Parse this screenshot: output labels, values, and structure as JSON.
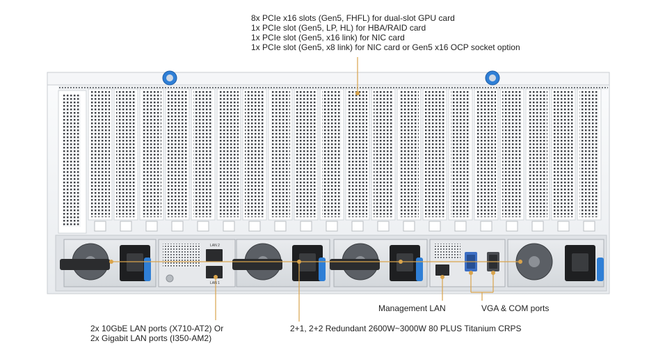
{
  "callouts": {
    "pcie": {
      "lines": [
        "8x PCIe x16 slots (Gen5, FHFL) for dual-slot GPU card",
        "1x PCIe slot (Gen5, LP, HL) for HBA/RAID card",
        "1x PCIe slot (Gen5, x16 link) for NIC card",
        "1x PCIe slot (Gen5, x8 link) for NIC card or Gen5 x16 OCP socket option"
      ]
    },
    "management_lan": "Management LAN",
    "vga_com": "VGA & COM ports",
    "lan": {
      "lines": [
        "2x 10GbE LAN ports (X710-AT2) Or",
        "2x Gigabit LAN ports (I350-AM2)"
      ]
    },
    "psu": "2+1, 2+2 Redundant 2600W~3000W 80 PLUS Titanium CRPS"
  },
  "port_labels": {
    "lan_top": "LAN 2",
    "lan_bottom": "LAN 1"
  },
  "colors": {
    "chassis": "#f2f4f6",
    "chassis_edge": "#c9cdd2",
    "psu_latch": "#2f7fd6",
    "vga_port": "#3d6fc4",
    "callout_line": "#d9a44c",
    "dark": "#222222"
  }
}
